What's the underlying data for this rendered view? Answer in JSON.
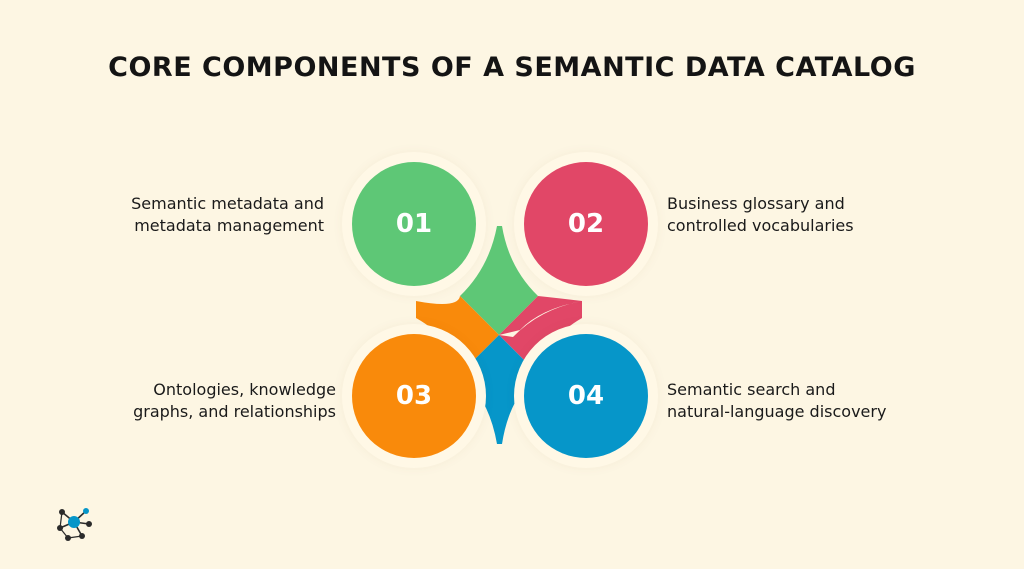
{
  "title": "CORE COMPONENTS OF A SEMANTIC DATA CATALOG",
  "components": [
    {
      "number": "01",
      "line1": "Semantic metadata and",
      "line2": "metadata management",
      "color": "#5ec776"
    },
    {
      "number": "02",
      "line1": "Business glossary and",
      "line2": "controlled vocabularies",
      "color": "#e14767"
    },
    {
      "number": "03",
      "line1": "Ontologies, knowledge",
      "line2": "graphs, and relationships",
      "color": "#f98a0b"
    },
    {
      "number": "04",
      "line1": "Semantic search and",
      "line2": "natural-language discovery",
      "color": "#0696c9"
    }
  ],
  "logo": {
    "icon": "network-node-icon"
  }
}
